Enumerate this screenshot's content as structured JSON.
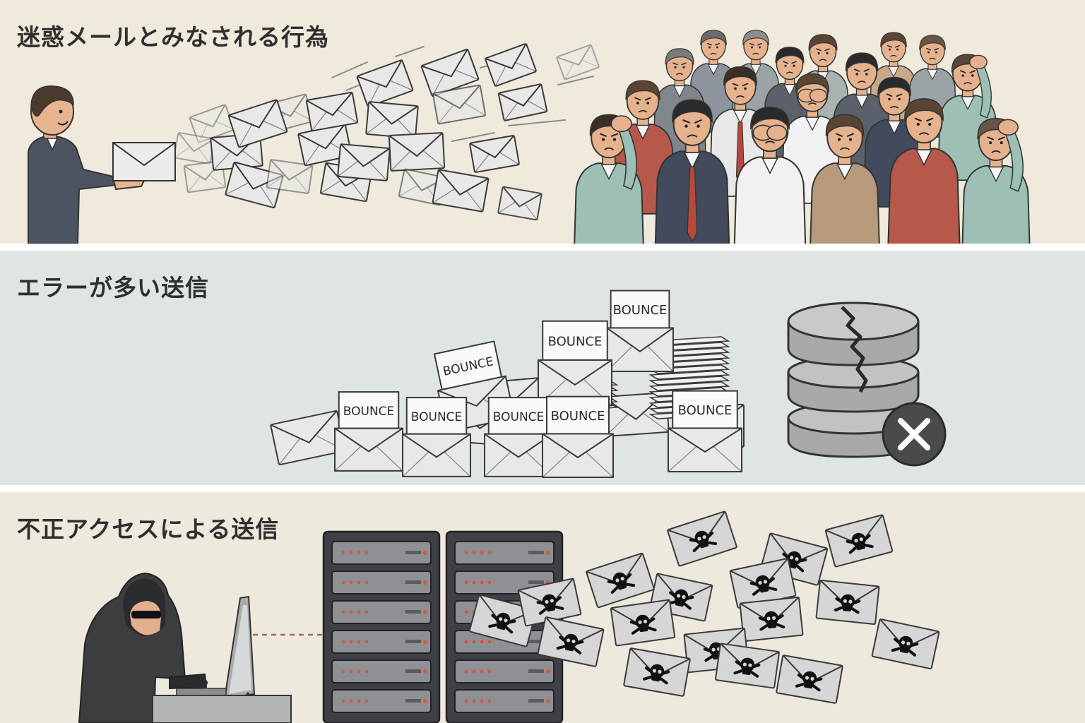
{
  "panels": [
    {
      "title": "迷惑メールとみなされる行為"
    },
    {
      "title": "エラーが多い送信"
    },
    {
      "title": "不正アクセスによる送信"
    }
  ],
  "bounce_label": "BOUNCE",
  "colors": {
    "panel1_bg": "#efeadb",
    "panel2_bg": "#dfe6e1",
    "panel3_bg": "#ede9dc",
    "envelope": "#e6e6e6",
    "outline": "#3c3c3c",
    "server": "#4a4d52",
    "server_led": "#d9563f"
  },
  "icons": [
    "businessman",
    "envelope",
    "annoyed-crowd",
    "bounce-envelope",
    "paper-stack",
    "broken-database-icon",
    "x-circle-icon",
    "hacker",
    "computer-monitor",
    "server-rack",
    "skull-envelope"
  ]
}
